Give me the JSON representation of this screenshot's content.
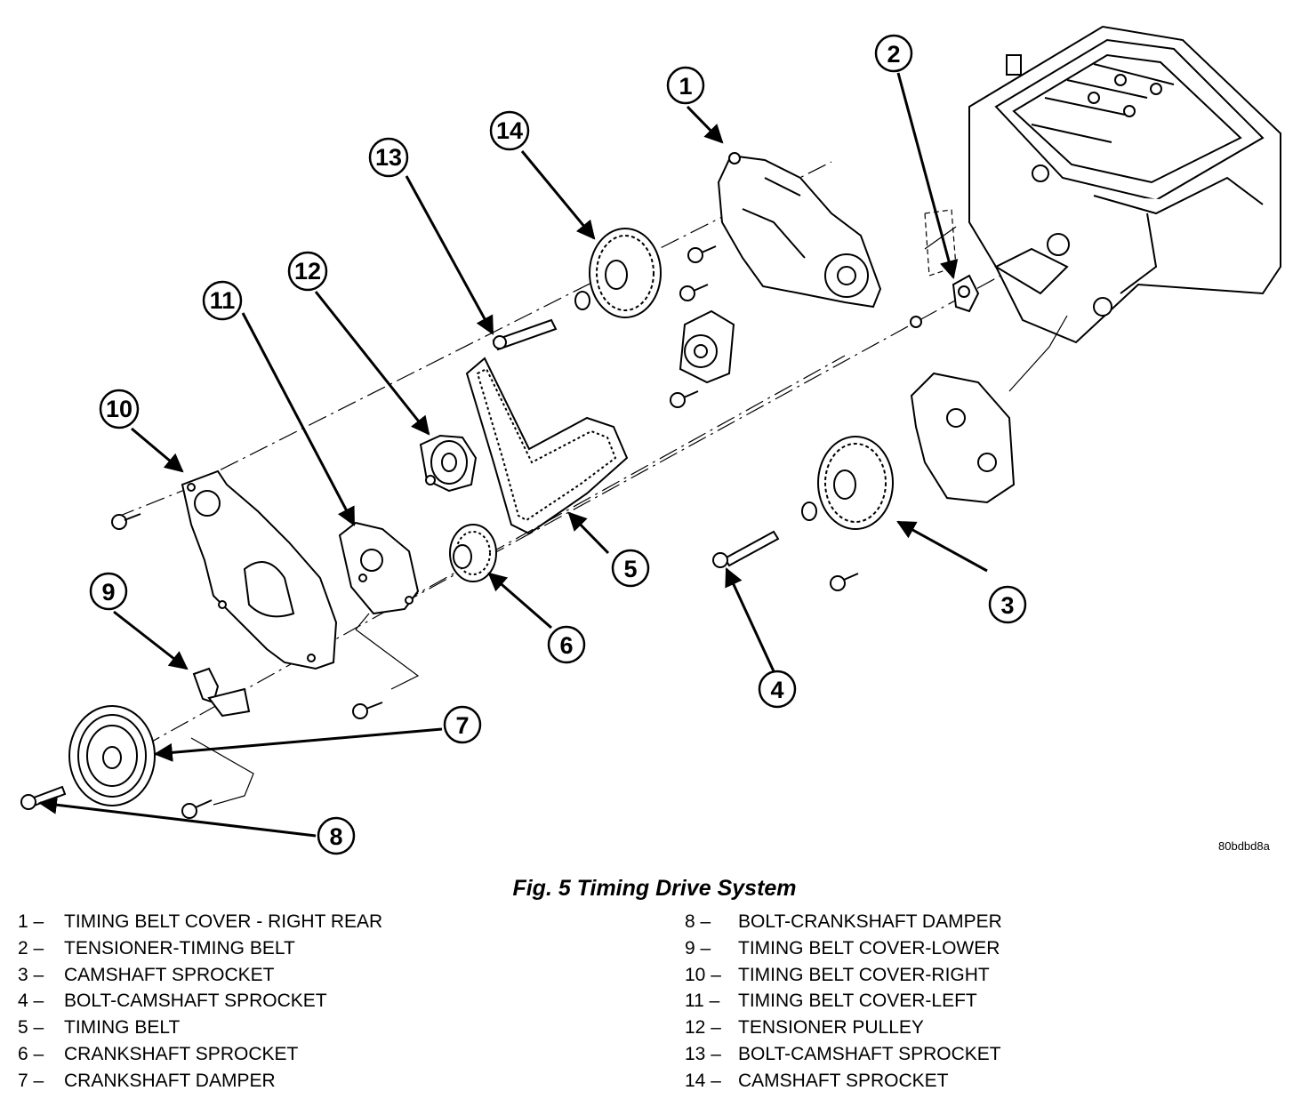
{
  "figure": {
    "caption": "Fig. 5 Timing Drive System",
    "figure_id": "80bdbd8a"
  },
  "callouts": [
    "1",
    "2",
    "3",
    "4",
    "5",
    "6",
    "7",
    "8",
    "9",
    "10",
    "11",
    "12",
    "13",
    "14"
  ],
  "legend": {
    "left": [
      {
        "num": "1",
        "sep": "–",
        "text": "TIMING BELT COVER - RIGHT REAR"
      },
      {
        "num": "2",
        "sep": "–",
        "text": "TENSIONER-TIMING BELT"
      },
      {
        "num": "3",
        "sep": "–",
        "text": "CAMSHAFT SPROCKET"
      },
      {
        "num": "4",
        "sep": "–",
        "text": "BOLT-CAMSHAFT SPROCKET"
      },
      {
        "num": "5",
        "sep": "–",
        "text": "TIMING BELT"
      },
      {
        "num": "6",
        "sep": "–",
        "text": "CRANKSHAFT SPROCKET"
      },
      {
        "num": "7",
        "sep": "–",
        "text": "CRANKSHAFT DAMPER"
      }
    ],
    "right": [
      {
        "num": "8",
        "sep": "–",
        "text": "BOLT-CRANKSHAFT DAMPER"
      },
      {
        "num": "9",
        "sep": "–",
        "text": "TIMING BELT COVER-LOWER"
      },
      {
        "num": "10",
        "sep": "–",
        "text": "TIMING BELT COVER-RIGHT"
      },
      {
        "num": "11",
        "sep": "–",
        "text": "TIMING BELT COVER-LEFT"
      },
      {
        "num": "12",
        "sep": "–",
        "text": "TENSIONER PULLEY"
      },
      {
        "num": "13",
        "sep": "–",
        "text": "BOLT-CAMSHAFT SPROCKET"
      },
      {
        "num": "14",
        "sep": "–",
        "text": "CAMSHAFT SPROCKET"
      }
    ]
  }
}
